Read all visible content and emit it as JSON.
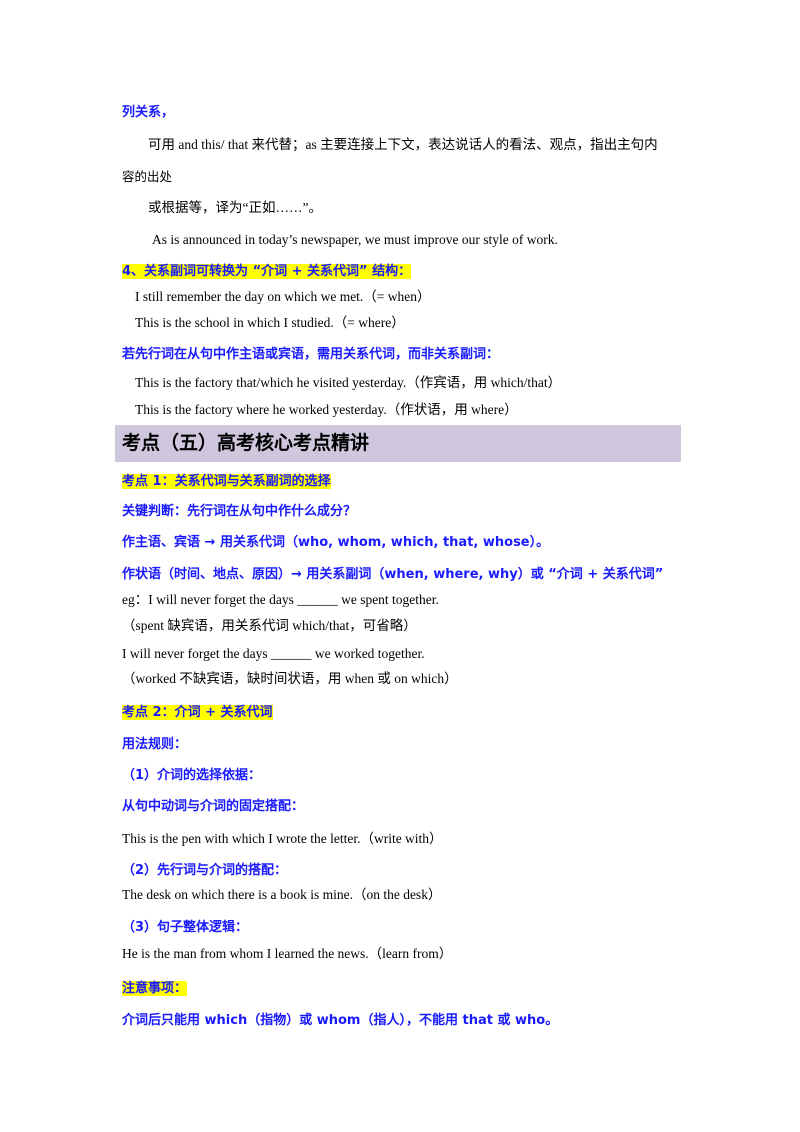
{
  "lines": {
    "l1": "列关系，",
    "l2": "可用 and this/ that 来代替；as 主要连接上下文，表达说话人的看法、观点，指出主句内",
    "l3": "容的出处",
    "l4": "或根据等，译为“正如……”。",
    "l5": "As is announced in today’s newspaper, we must improve our style of work.",
    "h4": "4、关系副词可转换为 “介词 + 关系代词” 结构：",
    "l6": "I still remember the day on which we met.（= when）",
    "l7": "This is the school in which I studied.（= where）",
    "h5": "若先行词在从句中作主语或宾语，需用关系代词，而非关系副词：",
    "l8": "This is the factory that/which he visited yesterday.（作宾语，用  which/that）",
    "l9": "This is the factory where he worked yesterday.（作状语，用  where）"
  },
  "section": {
    "title": "考点（五）高考核心考点精讲"
  },
  "point1": {
    "title": "考点 1：关系代词与关系副词的选择",
    "key": "关键判断：先行词在从句中作什么成分？",
    "rule1": "作主语、宾语 → 用关系代词（who, whom, which, that, whose）。",
    "rule2": "作状语（时间、地点、原因）→ 用关系副词（when, where, why）或 “介词 + 关系代词”",
    "eg1": "eg：I will never forget the days ______ we spent together.",
    "eg1_note": "（spent  缺宾语，用关系代词  which/that，可省略）",
    "eg2": "I will never forget the days ______ we worked together.",
    "eg2_note": "（worked  不缺宾语，缺时间状语，用  when  或  on which）"
  },
  "point2": {
    "title": "考点 2：介词 + 关系代词",
    "usage": "用法规则：",
    "sub1": "（1）介词的选择依据：",
    "sub1_a": "从句中动词与介词的固定搭配：",
    "sub1_eg": "This is the pen with which I wrote the letter.（write with）",
    "sub2": "（2）先行词与介词的搭配：",
    "sub2_eg": "The desk on which there is a book is mine.（on the desk）",
    "sub3": "（3）句子整体逻辑：",
    "sub3_eg": "He is the man from whom I learned the news.（learn from）",
    "notice": "注意事项：",
    "notice_text": "介词后只能用  which（指物）或  whom（指人），不能用  that  或  who。"
  },
  "colors": {
    "accent_blue": "#1a1aff",
    "highlight": "#ffff00",
    "section_bg": "#cfc7dd"
  }
}
